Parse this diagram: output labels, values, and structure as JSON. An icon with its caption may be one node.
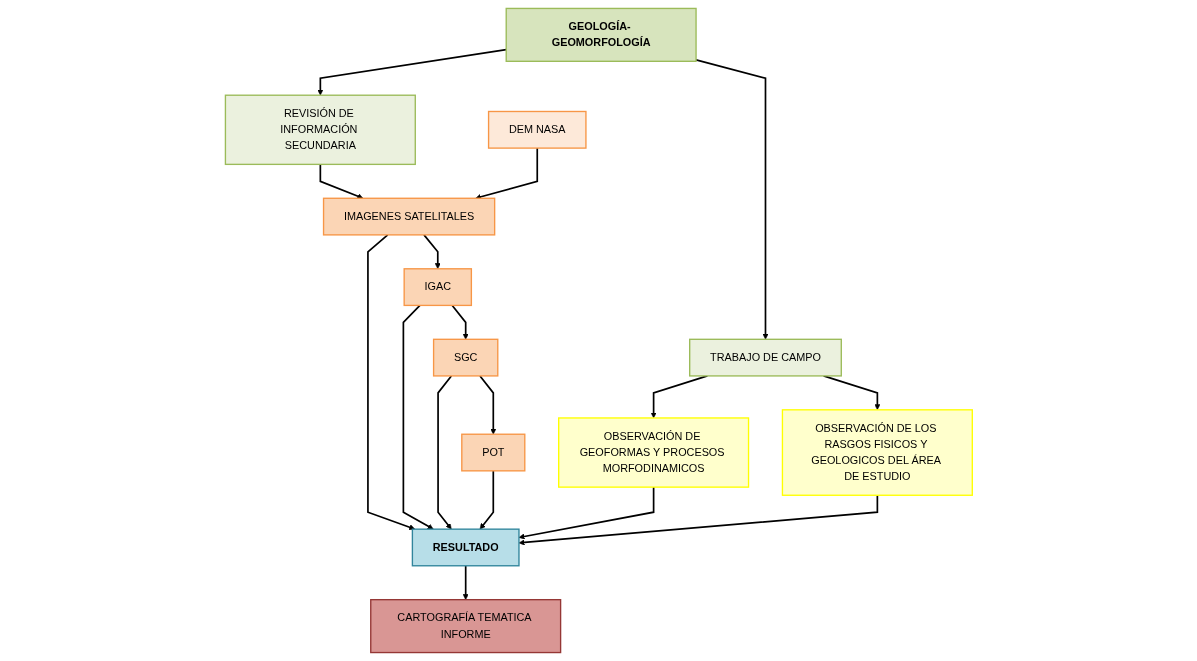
{
  "diagram": {
    "nodes": [
      {
        "text": [
          "GEOLOGÍA- GEOMORFOLOGÍA"
        ]
      },
      {
        "text": [
          "REVISIÓN DE INFORMACIÓN SECUNDARIA"
        ]
      },
      {
        "text": [
          "TRABAJO DE CAMPO"
        ]
      },
      {
        "text": [
          "DEM NASA"
        ]
      },
      {
        "text": [
          "IMAGENES SATELITALES"
        ]
      },
      {
        "text": [
          "OBSERVACIÓN DE GEOFORMAS Y PROCESOS MORFODINAMICOS"
        ]
      },
      {
        "text": [
          "OBSERVACIÓN DE LOS RASGOS FISICOS Y GEOLOGICOS DEL ÁREA DE ESTUDIO"
        ]
      },
      {
        "text": [
          "IGAC"
        ]
      },
      {
        "text": [
          "SGC"
        ]
      },
      {
        "text": [
          "POT"
        ]
      },
      {
        "text": [
          "RESULTADO"
        ]
      },
      {
        "text": [
          "CARTOGRAFÍA TEMATICA INFORME"
        ]
      }
    ],
    "edges": [
      {
        "from": 0,
        "to": 1,
        "arrow": "to"
      },
      {
        "from": 0,
        "to": 2,
        "arrow": "to"
      },
      {
        "from": 1,
        "to": 4,
        "arrow": "to"
      },
      {
        "from": 3,
        "to": 4,
        "arrow": "to"
      },
      {
        "from": 2,
        "to": 5,
        "arrow": "to"
      },
      {
        "from": 2,
        "to": 6,
        "arrow": "to"
      },
      {
        "from": 4,
        "to": 7,
        "arrow": "to"
      },
      {
        "from": 7,
        "to": 8,
        "arrow": "to"
      },
      {
        "from": 8,
        "to": 9,
        "arrow": "to"
      },
      {
        "from": 4,
        "to": 10,
        "arrow": "to"
      },
      {
        "from": 7,
        "to": 10,
        "arrow": "to"
      },
      {
        "from": 8,
        "to": 10,
        "arrow": "to"
      },
      {
        "from": 9,
        "to": 10,
        "arrow": "to"
      },
      {
        "from": 5,
        "to": 10,
        "arrow": "to"
      },
      {
        "from": 6,
        "to": 10,
        "arrow": "to"
      },
      {
        "from": 10,
        "to": 11,
        "arrow": "to"
      }
    ]
  }
}
